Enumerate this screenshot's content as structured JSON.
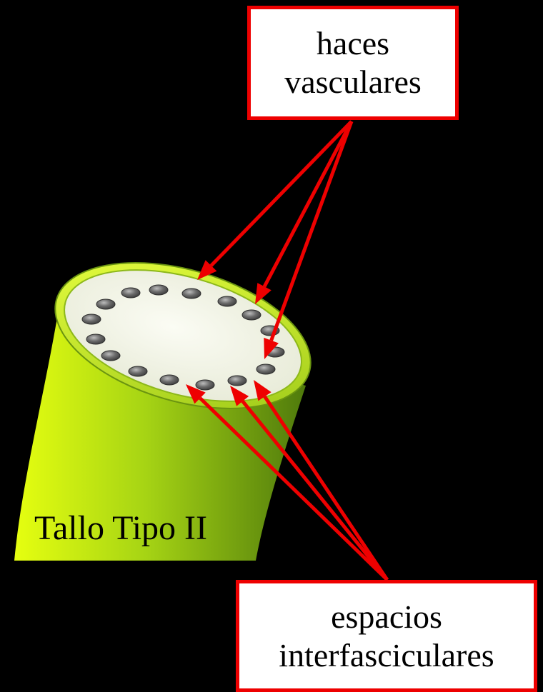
{
  "labels": {
    "vascular_bundles": [
      "haces",
      "vasculares"
    ],
    "interfascicular_spaces": [
      "espacios",
      "interfasciculares"
    ],
    "stem": "Tallo Tipo II"
  },
  "colors": {
    "background": "#000000",
    "arrow": "#ee0000",
    "box_border": "#ee0000",
    "stem_light": "#d8f000",
    "stem_dark": "#5e8c10",
    "pith": "#f4f6ea",
    "bundle": "#6d6d6d"
  },
  "vascular_bundle_count": 16
}
